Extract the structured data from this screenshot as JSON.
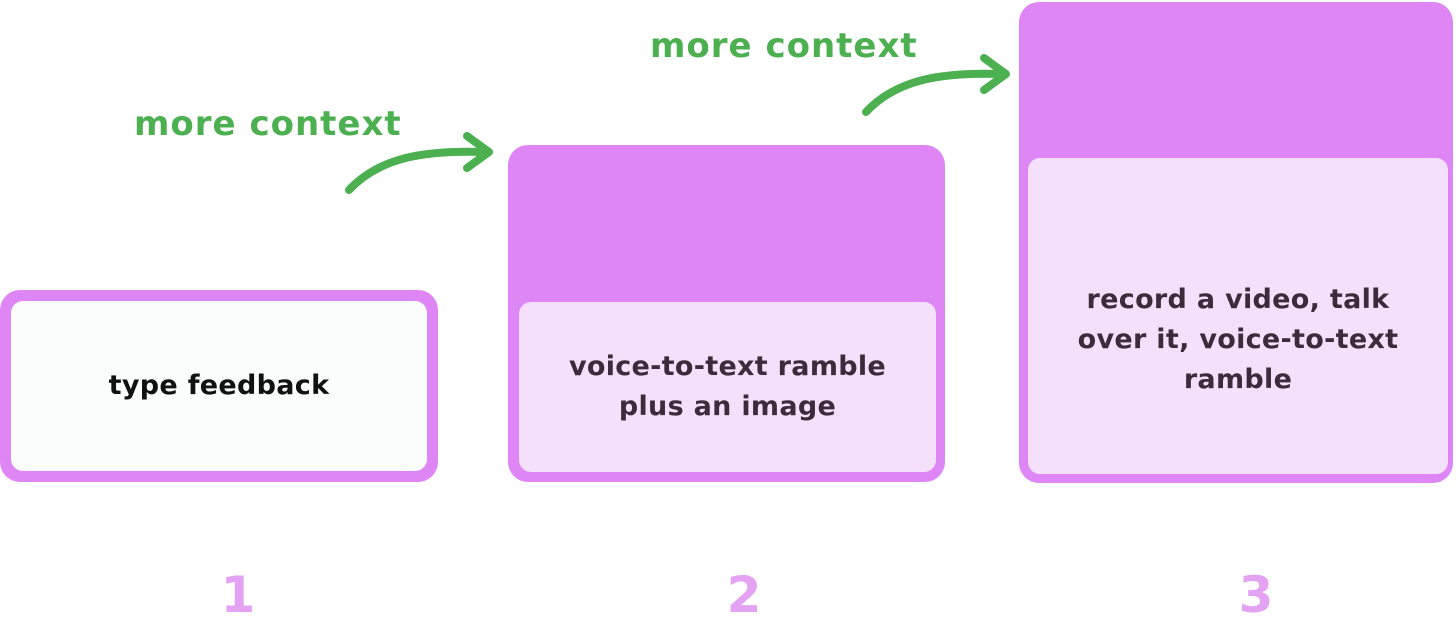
{
  "colors": {
    "accent_purple": "#df86f6",
    "light_purple": "#f4e0fa",
    "card_white": "#fbfcfc",
    "annotation_green": "#4caf50",
    "number_purple": "#e3a2f2",
    "text_dark": "#111111",
    "text_plum": "#3d2a3b"
  },
  "annotations": [
    {
      "text": "more context"
    },
    {
      "text": "more context"
    }
  ],
  "steps": [
    {
      "number": "1",
      "text": "type feedback"
    },
    {
      "number": "2",
      "text": "voice-to-text ramble plus an image"
    },
    {
      "number": "3",
      "text": "record a video, talk over it, voice-to-text ramble"
    }
  ],
  "icons": {
    "arrow": "curved-arrow-icon"
  }
}
